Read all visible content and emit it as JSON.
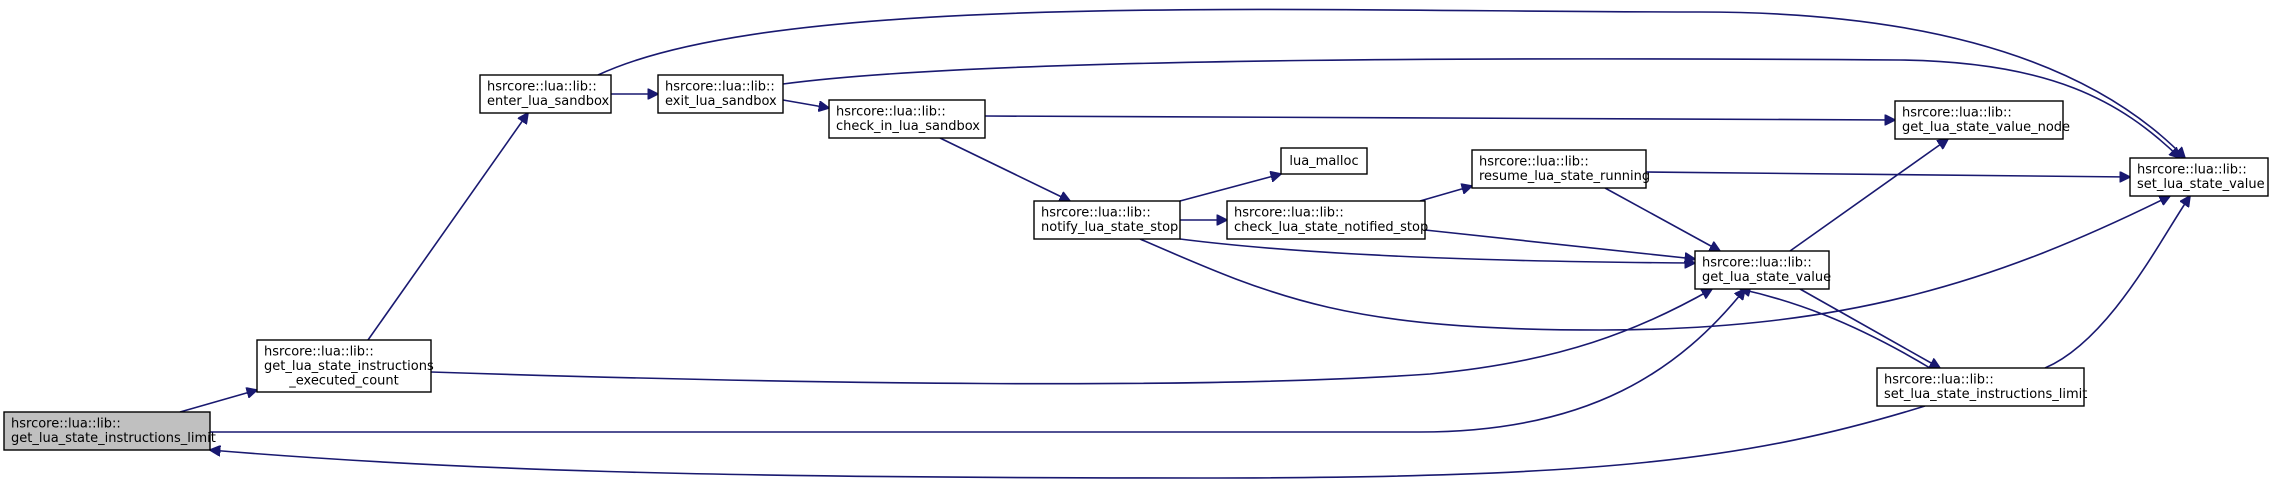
{
  "diagram": {
    "colors": {
      "edge": "#191970",
      "node_border": "#000000",
      "root_fill": "#c0c0c0",
      "node_fill": "#ffffff"
    },
    "nodes": [
      {
        "id": "limit_get",
        "lines": [
          "hsrcore::lua::lib::",
          "get_lua_state_instructions_limit"
        ],
        "root": true
      },
      {
        "id": "exec_count",
        "lines": [
          "hsrcore::lua::lib::",
          "get_lua_state_instructions",
          "_executed_count"
        ]
      },
      {
        "id": "enter",
        "lines": [
          "hsrcore::lua::lib::",
          "enter_lua_sandbox"
        ]
      },
      {
        "id": "exit",
        "lines": [
          "hsrcore::lua::lib::",
          "exit_lua_sandbox"
        ]
      },
      {
        "id": "check_in",
        "lines": [
          "hsrcore::lua::lib::",
          "check_in_lua_sandbox"
        ]
      },
      {
        "id": "notify",
        "lines": [
          "hsrcore::lua::lib::",
          "notify_lua_state_stop"
        ]
      },
      {
        "id": "malloc",
        "lines": [
          "lua_malloc"
        ]
      },
      {
        "id": "check_notified",
        "lines": [
          "hsrcore::lua::lib::",
          "check_lua_state_notified_stop"
        ]
      },
      {
        "id": "resume",
        "lines": [
          "hsrcore::lua::lib::",
          "resume_lua_state_running"
        ]
      },
      {
        "id": "get_value",
        "lines": [
          "hsrcore::lua::lib::",
          "get_lua_state_value"
        ]
      },
      {
        "id": "get_value_node",
        "lines": [
          "hsrcore::lua::lib::",
          "get_lua_state_value_node"
        ]
      },
      {
        "id": "set_limit",
        "lines": [
          "hsrcore::lua::lib::",
          "set_lua_state_instructions_limit"
        ]
      },
      {
        "id": "set_value",
        "lines": [
          "hsrcore::lua::lib::",
          "set_lua_state_value"
        ]
      }
    ],
    "edges": [
      {
        "from": "limit_get",
        "to": "exec_count"
      },
      {
        "from": "limit_get",
        "to": "get_value"
      },
      {
        "from": "exec_count",
        "to": "enter"
      },
      {
        "from": "exec_count",
        "to": "get_value"
      },
      {
        "from": "enter",
        "to": "exit"
      },
      {
        "from": "enter",
        "to": "set_value"
      },
      {
        "from": "exit",
        "to": "check_in"
      },
      {
        "from": "exit",
        "to": "set_value"
      },
      {
        "from": "check_in",
        "to": "notify"
      },
      {
        "from": "check_in",
        "to": "get_value_node"
      },
      {
        "from": "notify",
        "to": "malloc"
      },
      {
        "from": "notify",
        "to": "check_notified"
      },
      {
        "from": "notify",
        "to": "get_value"
      },
      {
        "from": "notify",
        "to": "set_value"
      },
      {
        "from": "check_notified",
        "to": "resume"
      },
      {
        "from": "check_notified",
        "to": "get_value"
      },
      {
        "from": "resume",
        "to": "get_value"
      },
      {
        "from": "resume",
        "to": "set_value"
      },
      {
        "from": "get_value",
        "to": "get_value_node"
      },
      {
        "from": "get_value",
        "to": "set_limit"
      },
      {
        "from": "set_limit",
        "to": "set_value"
      },
      {
        "from": "set_limit",
        "to": "get_value"
      },
      {
        "from": "set_limit",
        "to": "limit_get"
      }
    ]
  }
}
